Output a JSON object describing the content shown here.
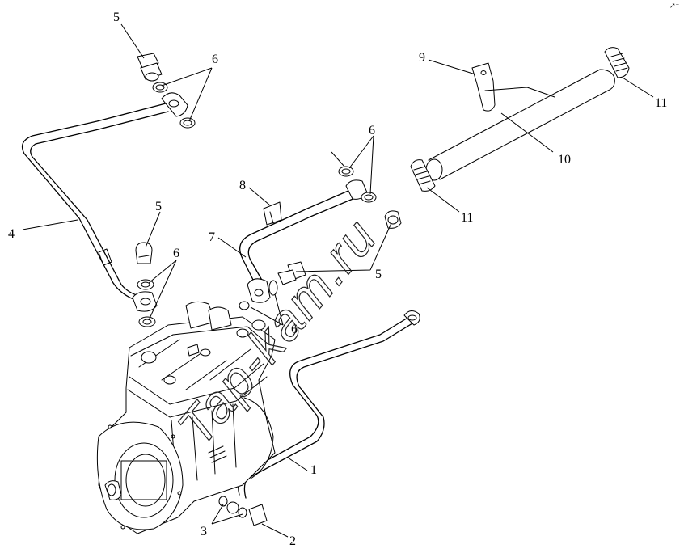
{
  "callouts": [
    {
      "id": "c-1",
      "text": "1"
    },
    {
      "id": "c-2",
      "text": "2"
    },
    {
      "id": "c-3",
      "text": "3"
    },
    {
      "id": "c-4",
      "text": "4"
    },
    {
      "id": "c-5a",
      "text": "5"
    },
    {
      "id": "c-5b",
      "text": "5"
    },
    {
      "id": "c-5c",
      "text": "5"
    },
    {
      "id": "c-6a",
      "text": "6"
    },
    {
      "id": "c-6b",
      "text": "6"
    },
    {
      "id": "c-6c",
      "text": "6"
    },
    {
      "id": "c-6d",
      "text": "6"
    },
    {
      "id": "c-7",
      "text": "7"
    },
    {
      "id": "c-8",
      "text": "8"
    },
    {
      "id": "c-9",
      "text": "9"
    },
    {
      "id": "c-10",
      "text": "10"
    },
    {
      "id": "c-11a",
      "text": "11"
    },
    {
      "id": "c-11b",
      "text": "11"
    }
  ],
  "watermark": "Tap-kam.ru",
  "corner_mark": "↗⁻"
}
